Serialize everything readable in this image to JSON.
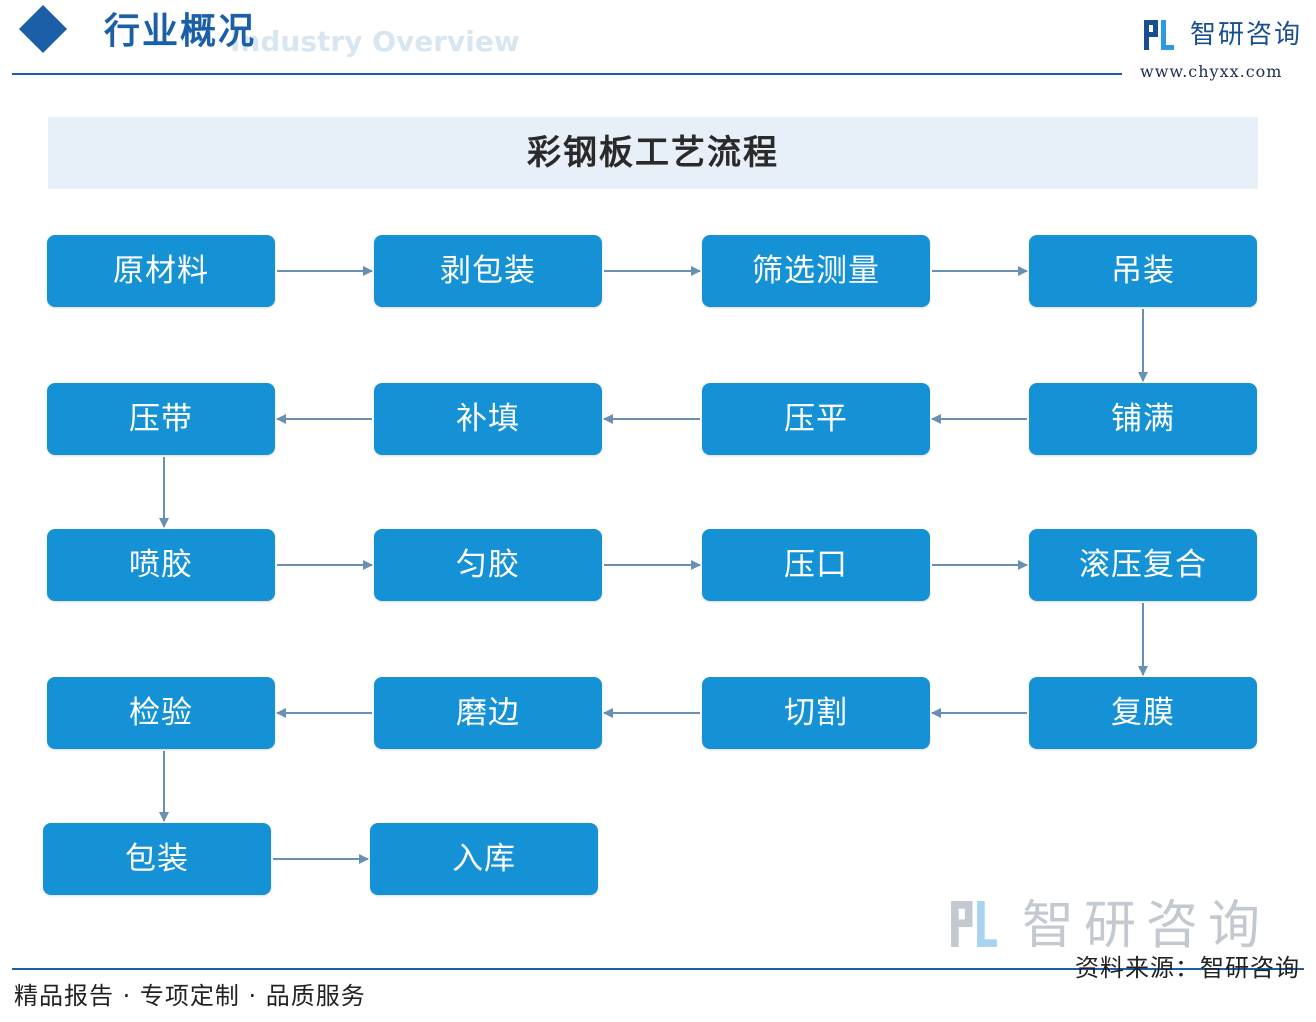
{
  "header": {
    "title": "行业概况",
    "subtitle_ghost": "Industry Overview",
    "brand_name": "智研咨询",
    "brand_url": "www.chyxx.com"
  },
  "diagram": {
    "title": "彩钢板工艺流程",
    "steps": [
      "原材料",
      "剥包装",
      "筛选测量",
      "吊装",
      "铺满",
      "压平",
      "补填",
      "压带",
      "喷胶",
      "匀胶",
      "压口",
      "滚压复合",
      "复膜",
      "切割",
      "磨边",
      "检验",
      "包装",
      "入库"
    ],
    "colors": {
      "box": "#1592d6",
      "arrow": "#6a8fb3",
      "accent": "#1a5fa8"
    }
  },
  "watermark": {
    "text": "智研咨询"
  },
  "footer": {
    "slogan": "精品报告 · 专项定制 · 品质服务",
    "source": "资料来源：智研咨询"
  }
}
